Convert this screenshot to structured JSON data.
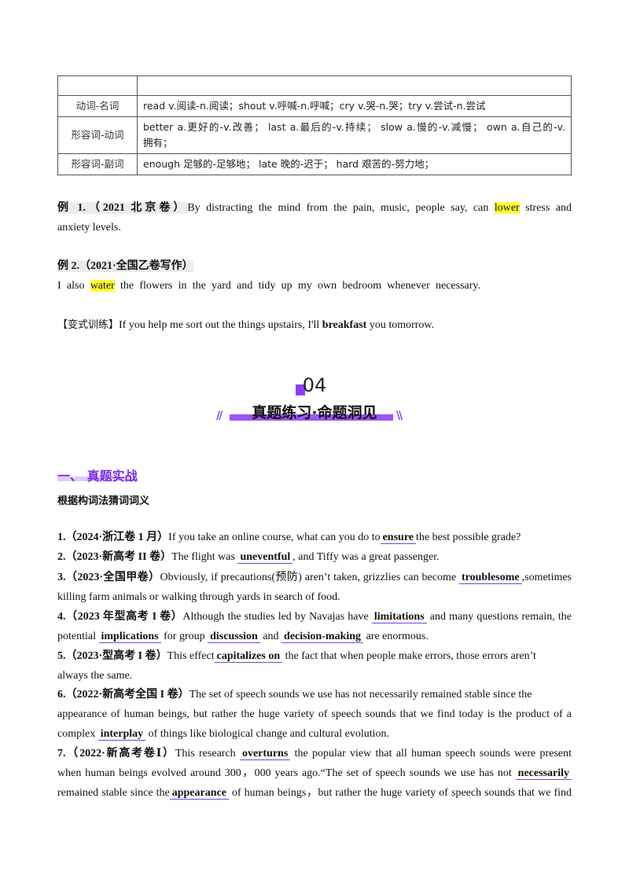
{
  "table": {
    "rows": [
      {
        "category": "",
        "examples": ""
      },
      {
        "category": "动词-名词",
        "examples": "read v.阅读-n.阅读；shout v.呼喊-n.呼喊；cry v.哭-n.哭；try v.尝试-n.尝试"
      },
      {
        "category": "形容词-动词",
        "examples_l1": "better a.更好的-v.改善；  last a.最后的-v.持续；  slow a.慢的-v.减慢；  own a.自己的-v.",
        "examples_l2": "拥有；"
      },
      {
        "category": "形容词-副词",
        "examples": "enough 足够的-足够地；  late 晚的-迟于；  hard 艰苦的-努力地；"
      }
    ]
  },
  "example1": {
    "label": "例 1.（2021 北京卷）",
    "pre": "By distracting the mind from the pain, music, people say, can ",
    "highlight": "lower",
    "post": " stress and",
    "line2": "anxiety levels."
  },
  "example2": {
    "label": "例 2.（2021·全国乙卷写作）",
    "pre": "I also ",
    "highlight": "water",
    "post": " the flowers in the yard and tidy up my own bedroom whenever necessary."
  },
  "variant": {
    "label": "【变式训练】",
    "pre": "If you help me sort out the things upstairs, I'll ",
    "bold": "breakfast",
    "post": " you tomorrow."
  },
  "banner": {
    "number": "04",
    "title": "真题练习·命题洞见",
    "left_mark": "//",
    "right_mark": "\\\\"
  },
  "section": {
    "heading": "一、  真题实战",
    "subheading": "根据构词法猜词词义"
  },
  "questions": [
    {
      "num": "1.（2024·浙江卷 1 月）",
      "pre": "If you take an online course, what can you do to",
      "word": "ensure",
      "post": "the best possible grade?"
    },
    {
      "num": "2.（2023·新高考 II 卷）",
      "pre": "The flight was ",
      "word": "uneventful",
      "post": ", and Tiffy was a great passenger."
    },
    {
      "num": "3.（2023·全国甲卷）",
      "pre": "Obviously, if precautions(预防) aren’t taken, grizzlies can become ",
      "word": "troublesome",
      "post": ",sometimes",
      "line2": "killing farm animals or walking through yards in search of food."
    },
    {
      "num": "4.（2023 年型高考 I 卷）",
      "pre": "Although the studies led by Navajas have ",
      "word": "limitations",
      "post": " and many questions remain, the",
      "line2_pre": "potential ",
      "word2": "implications",
      "line2_mid": " for group ",
      "word3": "discussion",
      "line2_mid2": " and ",
      "word4": "decision-making",
      "line2_post": " are enormous."
    },
    {
      "num": "5.（2023·型高考 I 卷）",
      "pre": "This effect",
      "word": "capitalizes on",
      "post": " the fact that when people make errors, those errors aren’t",
      "line2": "always the same."
    },
    {
      "num": "6.（2022·新高考全国 I 卷）",
      "pre": "The set of speech sounds we use has not necessarily remained stable since the",
      "line2": "appearance of human beings, but rather the huge variety of speech sounds that we find today is the product of a",
      "line3_pre": "complex ",
      "word": "interplay",
      "line3_post": " of things like biological change and cultural evolution."
    },
    {
      "num": "7.（2022·新高考卷Ⅰ）",
      "pre": "This research ",
      "word": "overturns",
      "post": " the popular view that all human speech sounds were present",
      "line2": "when human beings evolved around 300，000 years ago.“The set of speech sounds we use has not ",
      "word2": "necessarily",
      "line3_pre": "remained stable since the",
      "word3": "appearance",
      "line3_post": " of human beings，but rather the huge variety of speech sounds that we find"
    }
  ],
  "colors": {
    "accent": "#7b3fe0",
    "highlight": "#ffff33",
    "label_bg": "#ececec"
  }
}
